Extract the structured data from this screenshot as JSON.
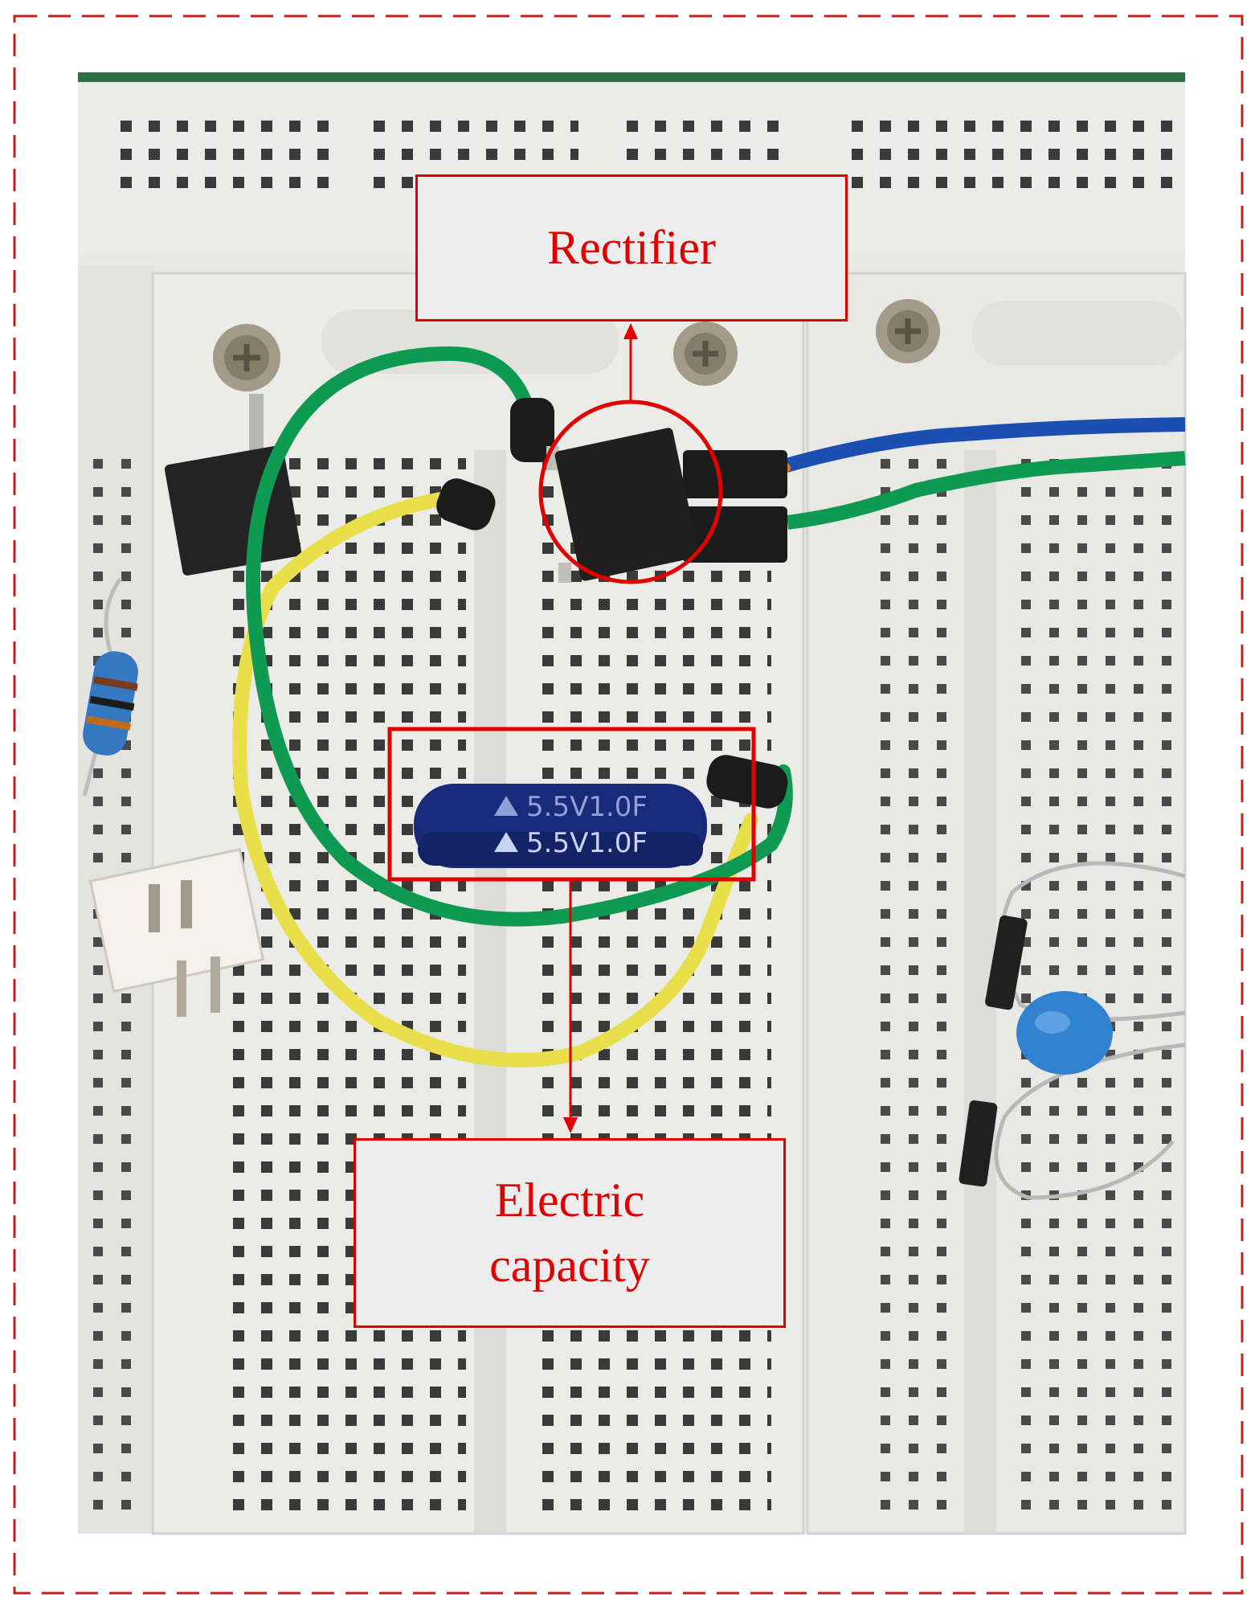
{
  "annotations": {
    "rectifier": {
      "label": "Rectifier",
      "marker_shape": "circle"
    },
    "capacitor": {
      "label_line1": "Electric",
      "label_line2": "capacity",
      "marker_shape": "rectangle"
    }
  },
  "component_markings": {
    "supercapacitor_text_1": "5.5V1.0F",
    "supercapacitor_text_2": "5.5V1.0F"
  },
  "colors": {
    "annotation_red": "#e00000",
    "label_fill": "#ededed",
    "breadboard": "#e9e9e6",
    "wire_green": "#0f9a52",
    "wire_yellow": "#e8df4a",
    "wire_blue": "#1d4fb3",
    "capacitor_body": "#1a2a7a",
    "ceramic_cap": "#2f83d0"
  }
}
